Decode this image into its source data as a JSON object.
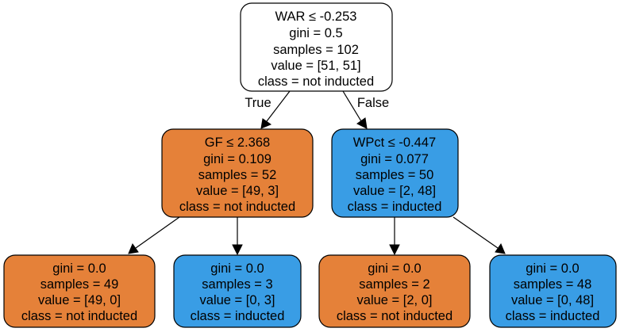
{
  "tree": {
    "colors": {
      "neutral": "#ffffff",
      "not_inducted": "#e58139",
      "inducted": "#399de5"
    },
    "root": {
      "lines": [
        "WAR ≤ -0.253",
        "gini = 0.5",
        "samples = 102",
        "value = [51, 51]",
        "class = not inducted"
      ],
      "fill": "neutral"
    },
    "left": {
      "lines": [
        "GF ≤ 2.368",
        "gini = 0.109",
        "samples = 52",
        "value = [49, 3]",
        "class = not inducted"
      ],
      "fill": "not_inducted"
    },
    "right": {
      "lines": [
        "WPct ≤ -0.447",
        "gini = 0.077",
        "samples = 50",
        "value = [2, 48]",
        "class = inducted"
      ],
      "fill": "inducted"
    },
    "leaf_ll": {
      "lines": [
        "gini = 0.0",
        "samples = 49",
        "value = [49, 0]",
        "class = not inducted"
      ],
      "fill": "not_inducted"
    },
    "leaf_lr": {
      "lines": [
        "gini = 0.0",
        "samples = 3",
        "value = [0, 3]",
        "class = inducted"
      ],
      "fill": "inducted"
    },
    "leaf_rl": {
      "lines": [
        "gini = 0.0",
        "samples = 2",
        "value = [2, 0]",
        "class = not inducted"
      ],
      "fill": "not_inducted"
    },
    "leaf_rr": {
      "lines": [
        "gini = 0.0",
        "samples = 48",
        "value = [0, 48]",
        "class = inducted"
      ],
      "fill": "inducted"
    },
    "edge_labels": {
      "true_label": "True",
      "false_label": "False"
    }
  }
}
